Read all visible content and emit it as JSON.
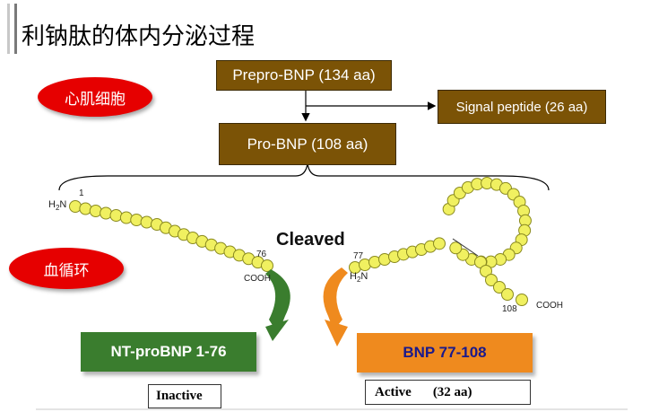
{
  "title": "利钠肽的体内分泌过程",
  "boxes": {
    "prepro": "Prepro-BNP (134 aa)",
    "signal": "Signal peptide (26 aa)",
    "pro": "Pro-BNP (108 aa)",
    "nt": "NT-proBNP 1-76",
    "bnp": "BNP 77-108"
  },
  "ellipses": {
    "cardiomyocyte": "心肌细胞",
    "circulation": "血循环"
  },
  "peptide_labels": {
    "h2n": "H",
    "h2n_sub": "2",
    "h2n_n": "N",
    "one": "1",
    "seventy_six": "76",
    "cooh_left": "COOH",
    "seventy_seven": "77",
    "one_oh_eight": "108",
    "cooh_right": "COOH"
  },
  "cleaved": "Cleaved",
  "status": {
    "inactive": "Inactive",
    "active": "Active",
    "active_count": "(32 aa)"
  },
  "colors": {
    "brown": "#7b5306",
    "red": "#e60000",
    "green": "#3a7d2e",
    "orange": "#ef8a1e",
    "bead": "#f0f060"
  }
}
